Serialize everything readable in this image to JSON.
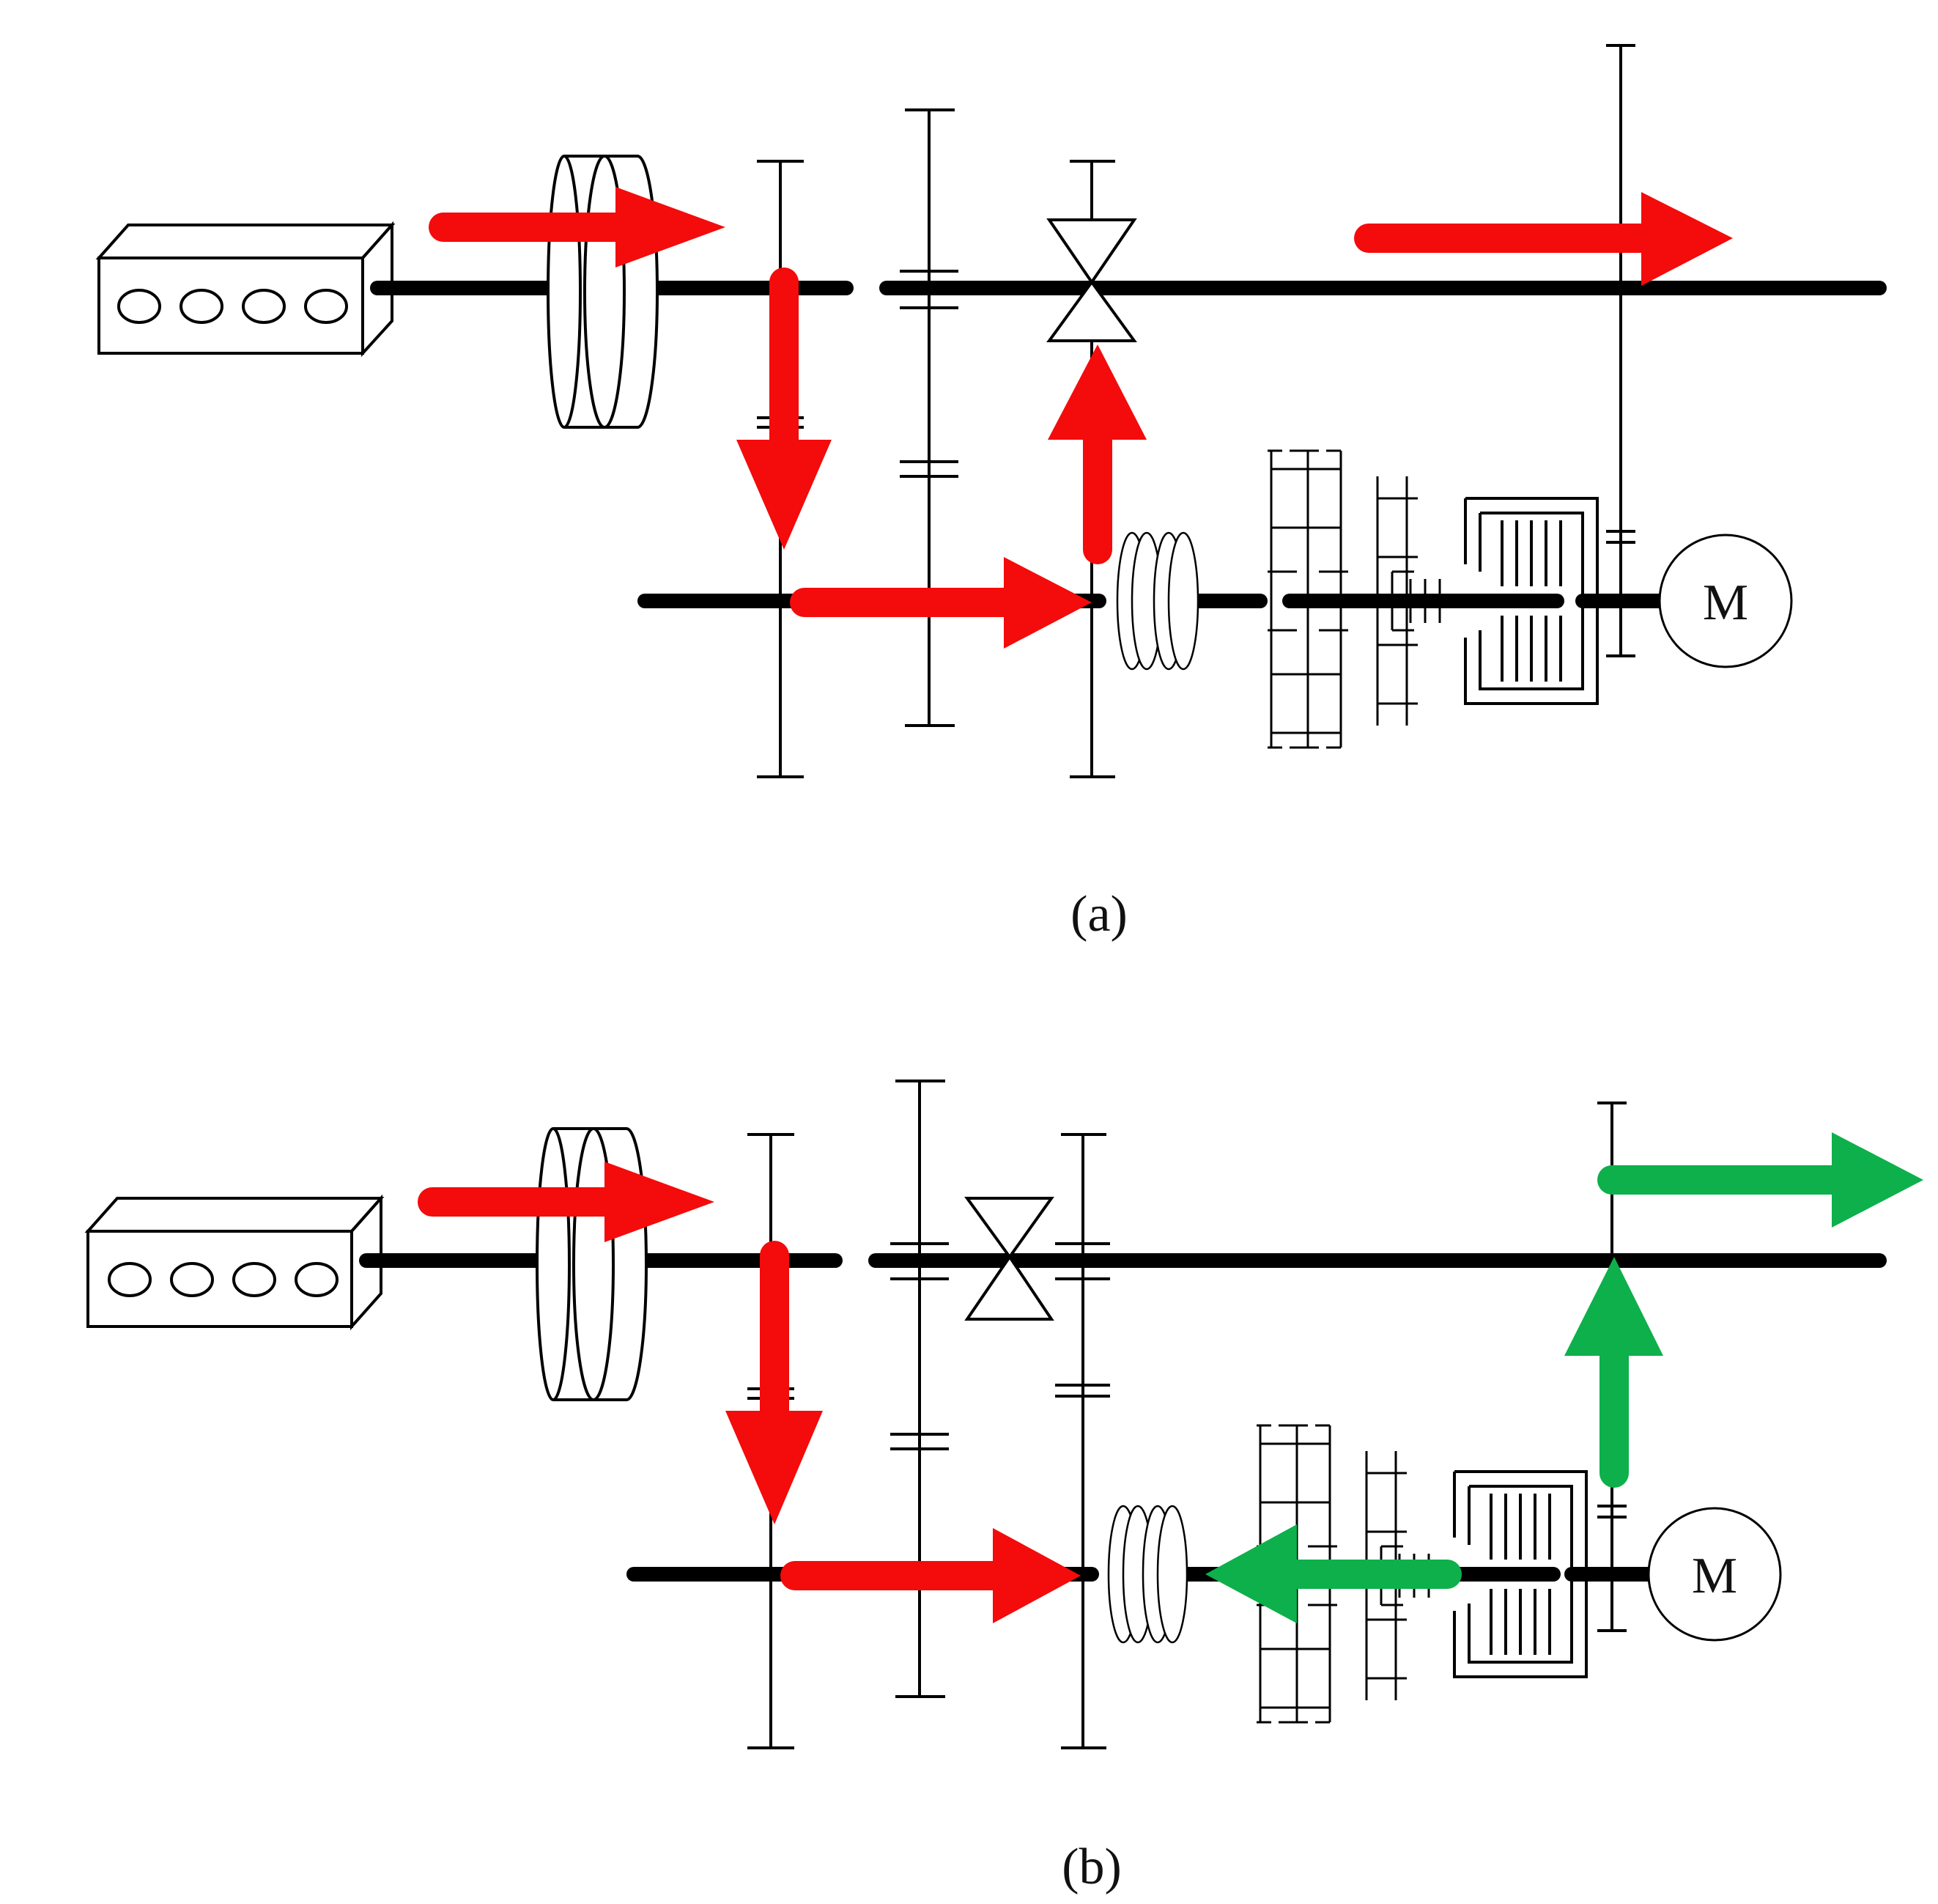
{
  "panels": [
    {
      "caption": "(a)",
      "motor_label": "M",
      "flow_arrows": [
        {
          "color": "red"
        },
        {
          "color": "red"
        },
        {
          "color": "red"
        },
        {
          "color": "red"
        },
        {
          "color": "red"
        }
      ]
    },
    {
      "caption": "(b)",
      "motor_label": "M",
      "flow_arrows": [
        {
          "color": "red"
        },
        {
          "color": "red"
        },
        {
          "color": "red"
        },
        {
          "color": "green"
        },
        {
          "color": "green"
        },
        {
          "color": "green"
        }
      ]
    }
  ],
  "colors": {
    "red": "#f40b0b",
    "green": "#0db04b",
    "shaft": "#000000",
    "outline": "#000000"
  }
}
